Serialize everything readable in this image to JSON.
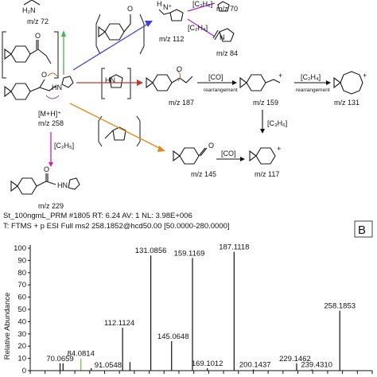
{
  "scheme": {
    "ions": [
      {
        "key": "i72",
        "text": "m/z 72"
      },
      {
        "key": "i70",
        "text": "m/z 70"
      },
      {
        "key": "i112",
        "text": "m/z 112"
      },
      {
        "key": "i84",
        "text": "m/z 84"
      },
      {
        "key": "i258",
        "text": "m/z 258"
      },
      {
        "key": "i187",
        "text": "m/z 187"
      },
      {
        "key": "i159",
        "text": "m/z 159"
      },
      {
        "key": "i131",
        "text": "m/z 131"
      },
      {
        "key": "i145",
        "text": "m/z 145"
      },
      {
        "key": "i117",
        "text": "m/z 117"
      },
      {
        "key": "i229",
        "text": "m/z 229"
      }
    ],
    "precursor_label": "[M+H]⁺",
    "losses": {
      "c3h6_top": "[C₃H₆]",
      "c2h4_top": "[C₂H₄]",
      "co_mid": "[CO]",
      "rearr_mid": "rearrangement",
      "c2h4_mid": "[C₂H₄]",
      "rearr_right": "rearrangement",
      "c3h6_down": "[C₃H₆]",
      "co_low": "[CO]",
      "c2h5": "[C₂H₅]"
    },
    "atoms": {
      "hn_mid": "HN",
      "hn_main": "HN",
      "hn_bottom": "HN",
      "h2n": "H₂N",
      "o_main": "O",
      "o_top": "O",
      "o_mid": "O",
      "o_low": "O",
      "o_bottom": "O",
      "n_plus": "N⁺",
      "h_top": "H",
      "n_84": "N",
      "plus": "+"
    },
    "arrow_colors": {
      "green": "#4caf50",
      "blue": "#3f3fd9",
      "red": "#c0392b",
      "orange": "#e08a1e",
      "purple": "#a020f0",
      "magenta": "#d81b9c"
    }
  },
  "panel_label": "B",
  "spectrum_header": {
    "line1": "St_100ngmL_PRM #1805 RT: 6.24 AV: 1 NL: 3.98E+006",
    "line2": "T: FTMS + p ESI Full ms2 258.1852@hcd50.00 [50.0000-280.0000]"
  },
  "chart_data": {
    "type": "bar",
    "ylabel": "Relative Abundance",
    "ylim": [
      0,
      100
    ],
    "xlim": [
      50,
      280
    ],
    "yticks": [
      "0",
      "10",
      "20",
      "30",
      "40",
      "50",
      "60",
      "70",
      "80",
      "90",
      "100"
    ],
    "series": [
      {
        "x": [
          70.0659,
          72.08,
          84.0814,
          91.0548,
          112.1124,
          117.0699,
          131.0856,
          145.0648,
          159.1169,
          169.1012,
          187.1118,
          200.1437,
          229.1462,
          239.431,
          258.1853
        ],
        "values": [
          6,
          6,
          10,
          2,
          35,
          7,
          94,
          24,
          92,
          2,
          97,
          1,
          6,
          1,
          49
        ]
      }
    ],
    "peak_labels": [
      {
        "x": 70.0659,
        "text": "70.0659"
      },
      {
        "x": 84.0814,
        "text": "84.0814"
      },
      {
        "x": 91.0548,
        "text": "91.0548"
      },
      {
        "x": 112.1124,
        "text": "112.1124"
      },
      {
        "x": 131.0856,
        "text": "131.0856"
      },
      {
        "x": 145.0648,
        "text": "145.0648"
      },
      {
        "x": 159.1169,
        "text": "159.1169"
      },
      {
        "x": 169.1012,
        "text": "169.1012"
      },
      {
        "x": 187.1118,
        "text": "187.1118"
      },
      {
        "x": 200.1437,
        "text": "200.1437"
      },
      {
        "x": 229.1462,
        "text": "229.1462"
      },
      {
        "x": 239.431,
        "text": "239.4310"
      },
      {
        "x": 258.1853,
        "text": "258.1853"
      }
    ]
  }
}
